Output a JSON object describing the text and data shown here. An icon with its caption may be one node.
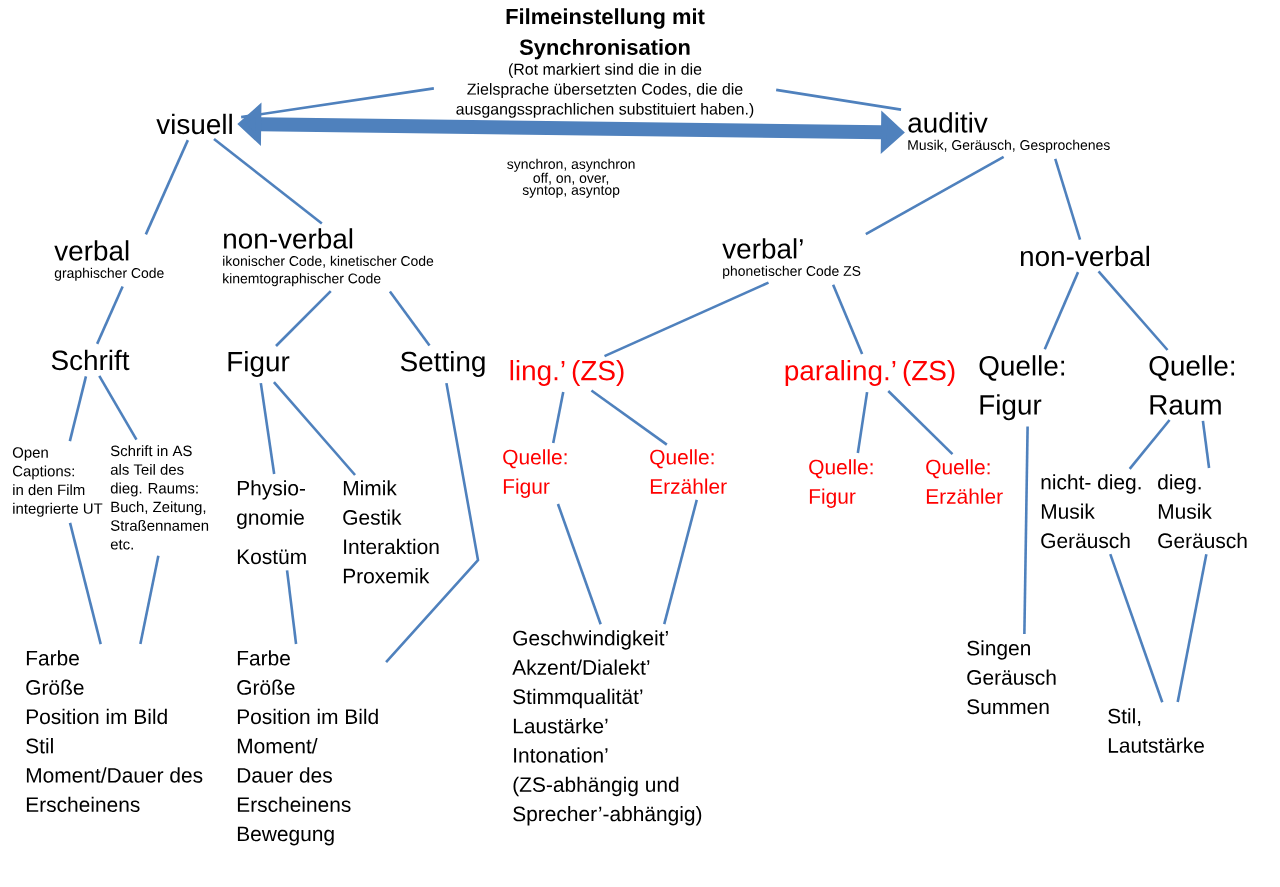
{
  "diagram": {
    "nodes": [
      {
        "text": [
          "Filmeinstellung mit Synchronisation",
          "(Rot markiert sind die in die Zielsprache übersetzten Codes, die die ausgangssprachlichen substituiert haben.)"
        ]
      },
      {
        "text": [
          "visuell"
        ]
      },
      {
        "text": [
          "auditiv",
          "Musik, Geräusch, Gesprochenes"
        ]
      },
      {
        "text": [
          "verbal",
          "graphischer Code"
        ]
      },
      {
        "text": [
          "non-verbal",
          "ikonischer Code, kinetischer Code kinemtographischer Code"
        ]
      },
      {
        "text": [
          "verbal’",
          "phonetischer Code ZS"
        ]
      },
      {
        "text": [
          "non-verbal"
        ]
      },
      {
        "text": [
          "Schrift"
        ]
      },
      {
        "text": [
          "Figur"
        ]
      },
      {
        "text": [
          "Setting"
        ]
      },
      {
        "text": [
          "ling.’ (ZS)"
        ]
      },
      {
        "text": [
          "paraling.’ (ZS)"
        ]
      },
      {
        "text": [
          "Quelle: Figur"
        ]
      },
      {
        "text": [
          "Quelle: Raum"
        ]
      },
      {
        "text": [
          "Open Captions: in den Film integrierte UT"
        ]
      },
      {
        "text": [
          "Schrift in AS als Teil des dieg. Raums: Buch, Zeitung, Straßennamen etc."
        ]
      },
      {
        "text": [
          "Physio- gnomie",
          "Kostüm"
        ]
      },
      {
        "text": [
          "Mimik",
          "Gestik",
          "Interaktion",
          "Proxemik"
        ]
      },
      {
        "text": [
          "Quelle: Figur"
        ]
      },
      {
        "text": [
          "Quelle: Erzähler"
        ]
      },
      {
        "text": [
          "Quelle: Figur"
        ]
      },
      {
        "text": [
          "Quelle: Erzähler"
        ]
      },
      {
        "text": [
          "nicht- dieg.",
          "Musik",
          "Geräusch"
        ]
      },
      {
        "text": [
          "dieg.",
          "Musik",
          "Geräusch"
        ]
      },
      {
        "text": [
          "Farbe",
          "Größe",
          "Position im Bild",
          "Stil",
          "Moment/Dauer des Erscheinens"
        ]
      },
      {
        "text": [
          "Farbe",
          "Größe",
          "Position im Bild",
          "Moment/ Dauer des Erscheinens",
          "Bewegung"
        ]
      },
      {
        "text": [
          "Geschwindigkeit’",
          "Akzent/Dialekt’",
          "Stimmqualität’",
          "Laustärke’",
          "Intonation’",
          "(ZS-abhängig und Sprecher’-abhängig)"
        ]
      },
      {
        "text": [
          "Singen",
          "Geräusch",
          "Summen"
        ]
      },
      {
        "text": [
          "Stil, Lautstärke"
        ]
      }
    ],
    "edges": [
      {
        "from": 0,
        "to": 1,
        "arrow": "none"
      },
      {
        "from": 0,
        "to": 2,
        "arrow": "none"
      },
      {
        "from": 1,
        "to": 2,
        "arrow": "both",
        "style": "thick",
        "label": "synchron, asynchron off, on, over, syntop, asyntop"
      },
      {
        "from": 1,
        "to": 3,
        "arrow": "none"
      },
      {
        "from": 1,
        "to": 4,
        "arrow": "none"
      },
      {
        "from": 2,
        "to": 5,
        "arrow": "none"
      },
      {
        "from": 2,
        "to": 6,
        "arrow": "none"
      },
      {
        "from": 3,
        "to": 7,
        "arrow": "none"
      },
      {
        "from": 4,
        "to": 8,
        "arrow": "none"
      },
      {
        "from": 4,
        "to": 9,
        "arrow": "none"
      },
      {
        "from": 5,
        "to": 10,
        "arrow": "none"
      },
      {
        "from": 5,
        "to": 11,
        "arrow": "none"
      },
      {
        "from": 6,
        "to": 12,
        "arrow": "none"
      },
      {
        "from": 6,
        "to": 13,
        "arrow": "none"
      },
      {
        "from": 7,
        "to": 14,
        "arrow": "none"
      },
      {
        "from": 7,
        "to": 15,
        "arrow": "none"
      },
      {
        "from": 8,
        "to": 16,
        "arrow": "none"
      },
      {
        "from": 8,
        "to": 17,
        "arrow": "none"
      },
      {
        "from": 9,
        "to": 25,
        "arrow": "none"
      },
      {
        "from": 10,
        "to": 18,
        "arrow": "none"
      },
      {
        "from": 10,
        "to": 19,
        "arrow": "none"
      },
      {
        "from": 11,
        "to": 20,
        "arrow": "none"
      },
      {
        "from": 11,
        "to": 21,
        "arrow": "none"
      },
      {
        "from": 13,
        "to": 22,
        "arrow": "none"
      },
      {
        "from": 13,
        "to": 23,
        "arrow": "none"
      },
      {
        "from": 14,
        "to": 24,
        "arrow": "none"
      },
      {
        "from": 15,
        "to": 24,
        "arrow": "none"
      },
      {
        "from": 16,
        "to": 25,
        "arrow": "none"
      },
      {
        "from": 18,
        "to": 26,
        "arrow": "none"
      },
      {
        "from": 19,
        "to": 26,
        "arrow": "none"
      },
      {
        "from": 12,
        "to": 27,
        "arrow": "none"
      },
      {
        "from": 22,
        "to": 28,
        "arrow": "none"
      },
      {
        "from": 23,
        "to": 28,
        "arrow": "none"
      }
    ]
  }
}
